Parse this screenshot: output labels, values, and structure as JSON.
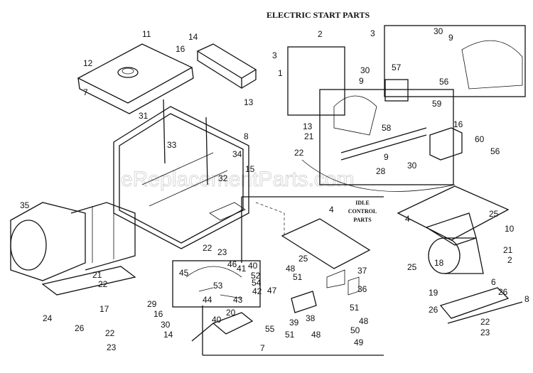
{
  "titles": {
    "electric_start": "ELECTRIC START PARTS",
    "idle_control": [
      "IDLE",
      "CONTROL",
      "PARTS"
    ]
  },
  "watermark": "eReplacementParts.com",
  "callouts": {
    "main_assembly": [
      "11",
      "14",
      "16",
      "12",
      "7",
      "13",
      "31",
      "8",
      "33",
      "34",
      "15",
      "32",
      "35",
      "22",
      "23",
      "21",
      "22",
      "24",
      "26",
      "17",
      "29",
      "16",
      "30",
      "14",
      "22",
      "23"
    ],
    "electric_start": [
      "2",
      "3",
      "1",
      "30",
      "9",
      "13",
      "3",
      "30",
      "9",
      "57",
      "56",
      "59",
      "16",
      "21",
      "58",
      "22",
      "60",
      "56",
      "9",
      "30",
      "28"
    ],
    "idle_control": [
      "4",
      "25",
      "48",
      "51",
      "37",
      "36",
      "47",
      "51",
      "48",
      "39",
      "38",
      "20",
      "40",
      "55",
      "7",
      "51",
      "48",
      "50",
      "49",
      "45",
      "46",
      "41",
      "40",
      "52",
      "54",
      "53",
      "42",
      "44",
      "43"
    ],
    "alternator_mount": [
      "4",
      "25",
      "10",
      "25",
      "21",
      "2",
      "18",
      "6",
      "19",
      "26",
      "26",
      "8",
      "22",
      "23"
    ]
  }
}
